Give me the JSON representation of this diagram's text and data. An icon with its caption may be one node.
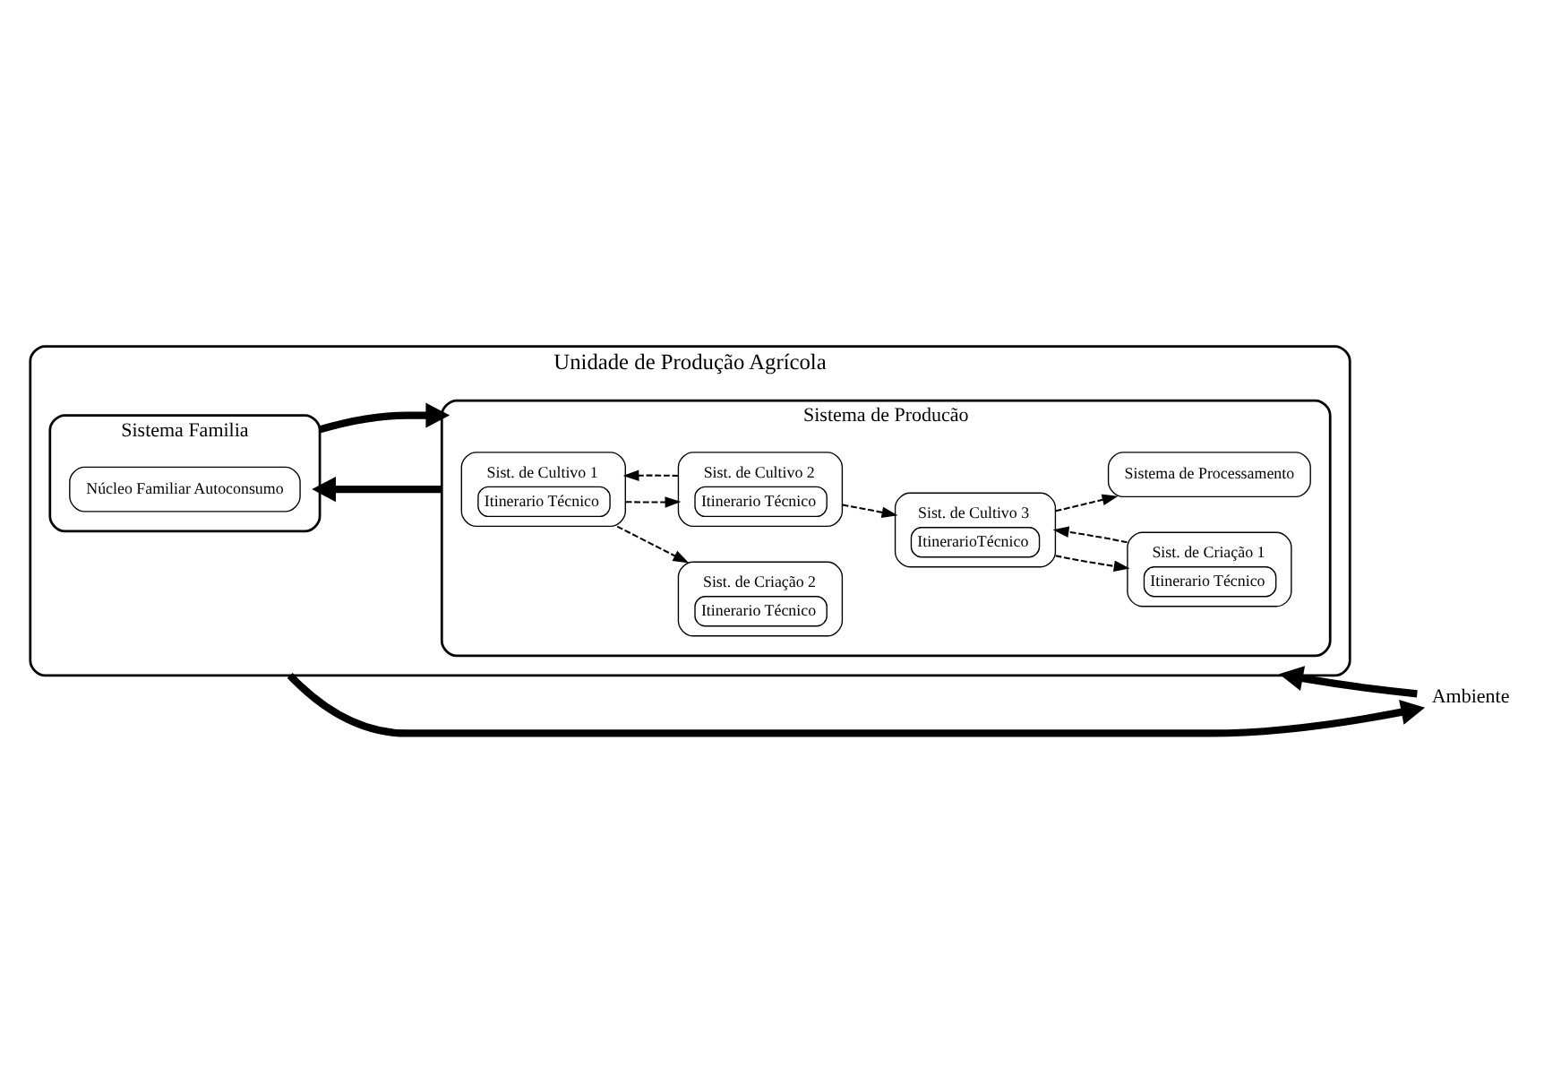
{
  "diagram": {
    "nodes": [
      {
        "text": [
          "Unidade de Produção Agrícola"
        ]
      },
      {
        "text": [
          "Sistema Familia"
        ],
        "in": 0
      },
      {
        "text": [
          "Núcleo Familiar Autoconsumo"
        ],
        "in": 1
      },
      {
        "text": [
          "Sistema de Producão"
        ],
        "in": 0
      },
      {
        "text": [
          "Sist. de Cultivo 1",
          "Itinerario Técnico"
        ],
        "in": 3
      },
      {
        "text": [
          "Sist. de Criação 2",
          "Itinerario Técnico"
        ],
        "in": 3
      },
      {
        "text": [
          "Sist. de Cultivo 2",
          "Itinerario Técnico"
        ],
        "in": 3
      },
      {
        "text": [
          "Sist. de Criação 1",
          "Itinerario Técnico"
        ],
        "in": 3
      },
      {
        "text": [
          "Sistema de Processamento"
        ],
        "in": 3
      },
      {
        "text": [
          "Sist. de Cultivo 3",
          "ItinerarioTécnico"
        ],
        "in": 3
      },
      {
        "text": [
          "Ambiente"
        ]
      }
    ],
    "edges": [
      {
        "from": 3,
        "to": 1,
        "arrow": "to",
        "style": "thick"
      },
      {
        "from": 1,
        "to": 3,
        "arrow": "to",
        "style": "thick"
      },
      {
        "from": 0,
        "to": 10,
        "arrow": "to",
        "style": "thick"
      },
      {
        "from": 10,
        "to": 0,
        "arrow": "to",
        "style": "thick"
      },
      {
        "from": 4,
        "to": 5,
        "arrow": "to",
        "style": "dashed"
      },
      {
        "from": 4,
        "to": 6,
        "arrow": "to",
        "style": "dashed"
      },
      {
        "from": 6,
        "to": 4,
        "arrow": "to",
        "style": "dashed"
      },
      {
        "from": 6,
        "to": 9,
        "arrow": "to",
        "style": "dashed"
      },
      {
        "from": 7,
        "to": 9,
        "arrow": "to",
        "style": "dashed"
      },
      {
        "from": 9,
        "to": 7,
        "arrow": "to",
        "style": "dashed"
      },
      {
        "from": 9,
        "to": 8,
        "arrow": "to",
        "style": "dashed"
      }
    ]
  }
}
